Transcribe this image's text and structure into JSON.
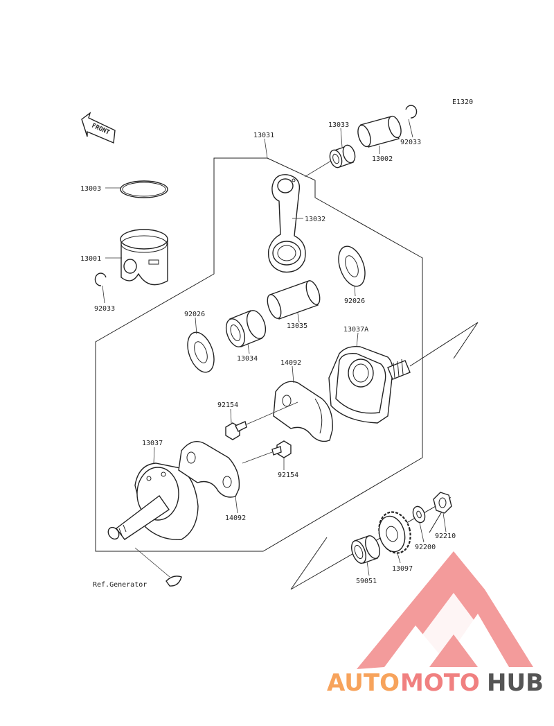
{
  "diagram": {
    "code": "E1320",
    "front_label": "FRONT",
    "ref_label": "Ref.Generator",
    "parts": {
      "p13031": "13031",
      "p13033": "13033",
      "p13002": "13002",
      "p92033a": "92033",
      "p13003": "13003",
      "p13032": "13032",
      "p13001": "13001",
      "p92033b": "92033",
      "p92026a": "92026",
      "p13035": "13035",
      "p92026b": "92026",
      "p13034": "13034",
      "p13037A": "13037A",
      "p14092a": "14092",
      "p92154a": "92154",
      "p13037": "13037",
      "p92154b": "92154",
      "p14092b": "14092",
      "p92210": "92210",
      "p92200": "92200",
      "p13097": "13097",
      "p59051": "59051"
    }
  },
  "watermark": {
    "brand_orange": "AUTO",
    "brand_red": "MOTO",
    "brand_gray": "HUB",
    "colors": {
      "orange": "#f7a35c",
      "red": "#f08080",
      "gray": "#555555"
    }
  }
}
